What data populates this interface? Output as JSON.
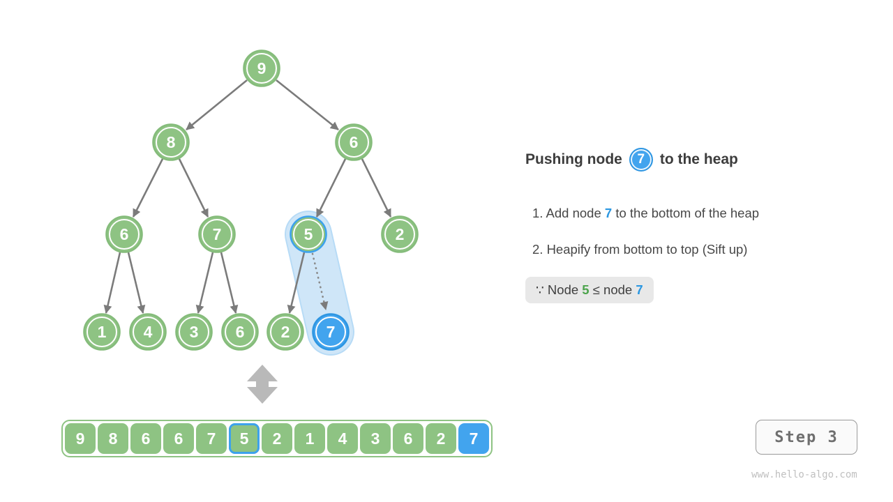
{
  "title": {
    "prefix": "Pushing node",
    "badge": "7",
    "suffix": "to the heap"
  },
  "steps": {
    "item1": {
      "prefix": "1. Add node ",
      "highlight": "7",
      "suffix": " to the bottom of the heap"
    },
    "item2": {
      "text": "2. Heapify from bottom to top (Sift up)"
    }
  },
  "note": {
    "because": "∵",
    "pre": " Node ",
    "green_value": "5",
    "mid": " ≤ node ",
    "blue_value": "7"
  },
  "tree": {
    "nodes": [
      "9",
      "8",
      "6",
      "6",
      "7",
      "5",
      "2",
      "1",
      "4",
      "3",
      "6",
      "2",
      "7"
    ],
    "highlighted_parent": "5",
    "highlighted_new_node": "7"
  },
  "array": {
    "values": [
      "9",
      "8",
      "6",
      "6",
      "7",
      "5",
      "2",
      "1",
      "4",
      "3",
      "6",
      "2",
      "7"
    ],
    "ring_index": 5,
    "blue_index": 12
  },
  "step_button": {
    "label": "Step 3"
  },
  "watermark": "www.hello-algo.com",
  "colors": {
    "node_green": "#8ec383",
    "node_blue": "#42a4ee",
    "blue_border": "#2e96e2",
    "capsule_blue": "#cfe6f8",
    "arrow_gray": "#7b7b7b",
    "text_blue": "#2b97e1",
    "text_green": "#4ca44c"
  }
}
